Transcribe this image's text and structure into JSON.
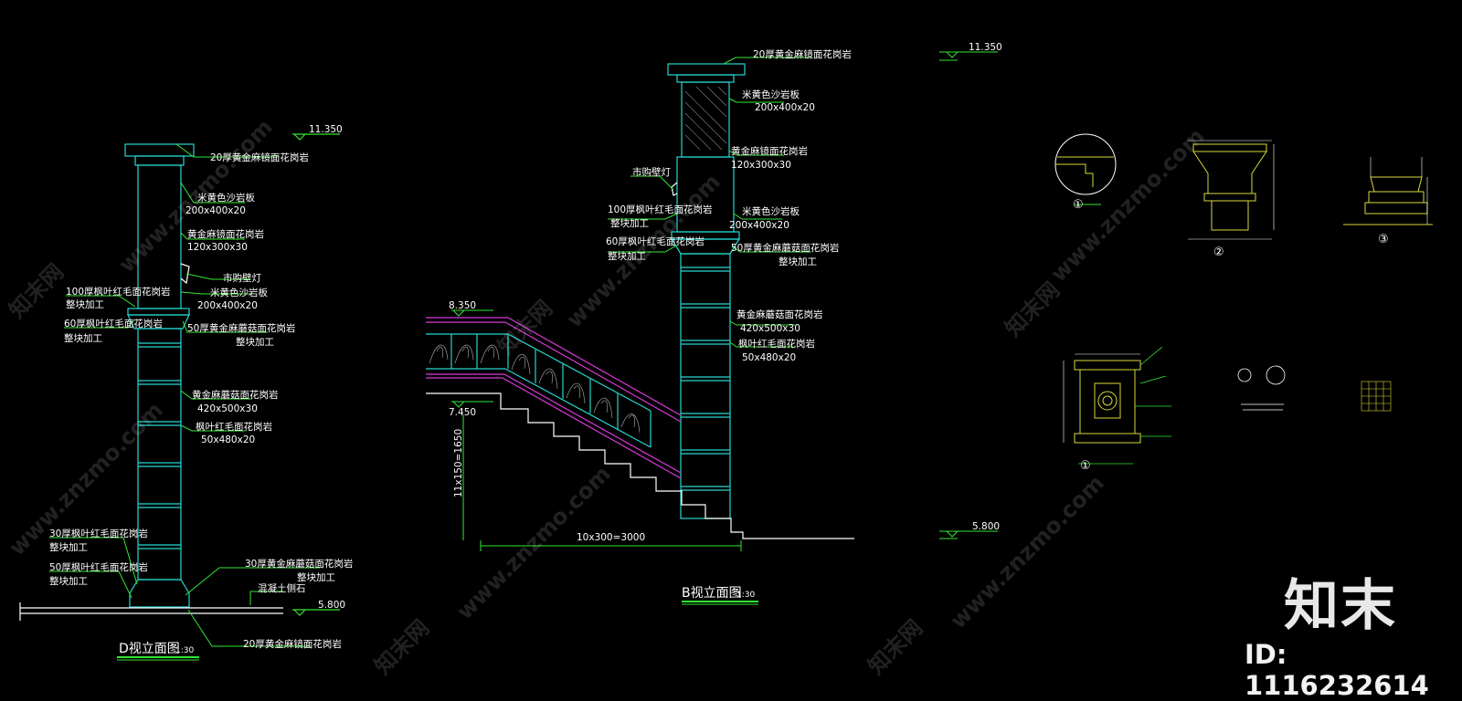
{
  "drawing_d": {
    "title": "D视立面图",
    "scale": "1:30",
    "elev_top": "11.350",
    "elev_bottom": "5.800",
    "labels": [
      "20厚黄金麻镜面花岗岩",
      "米黄色沙岩板",
      "200x400x20",
      "黄金麻镜面花岗岩",
      "120x300x30",
      "市购壁灯",
      "100厚枫叶红毛面花岗岩",
      "整块加工",
      "米黄色沙岩板",
      "200x400x20",
      "60厚枫叶红毛面花岗岩",
      "整块加工",
      "50厚黄金麻蘑菇面花岗岩",
      "整块加工",
      "黄金麻蘑菇面花岗岩",
      "420x500x30",
      "枫叶红毛面花岗岩",
      "50x480x20",
      "30厚枫叶红毛面花岗岩",
      "整块加工",
      "50厚枫叶红毛面花岗岩",
      "整块加工",
      "30厚黄金麻蘑菇面花岗岩",
      "整块加工",
      "混凝土侧石",
      "20厚黄金麻镜面花岗岩"
    ]
  },
  "drawing_b": {
    "title": "B视立面图",
    "scale": "1:30",
    "elev_top": "11.350",
    "elev_mid": "8.350",
    "elev_stair": "7.450",
    "elev_bottom": "5.800",
    "dim_vertical": "11x150=1650",
    "dim_horizontal": "10x300=3000",
    "labels": [
      "20厚黄金麻镜面花岗岩",
      "米黄色沙岩板",
      "200x400x20",
      "黄金麻镜面花岗岩",
      "120x300x30",
      "市购壁灯",
      "100厚枫叶红毛面花岗岩",
      "整块加工",
      "米黄色沙岩板",
      "200x400x20",
      "60厚枫叶红毛面花岗岩",
      "整块加工",
      "50厚黄金麻蘑菇面花岗岩",
      "整块加工",
      "黄金麻蘑菇面花岗岩",
      "420x500x30",
      "枫叶红毛面花岗岩",
      "50x480x20"
    ]
  },
  "details": {
    "markers": [
      "①",
      "②",
      "③",
      "①"
    ]
  },
  "watermark": {
    "logo": "知末",
    "id": "ID: 1116232614",
    "site": "www.znzmo.com",
    "cn": "知末网"
  },
  "colors": {
    "background": "#000000",
    "cyan": "#27d6d0",
    "white": "#ffffff",
    "green": "#33e633",
    "magenta": "#d83ad8",
    "yellow": "#d8d83a"
  }
}
